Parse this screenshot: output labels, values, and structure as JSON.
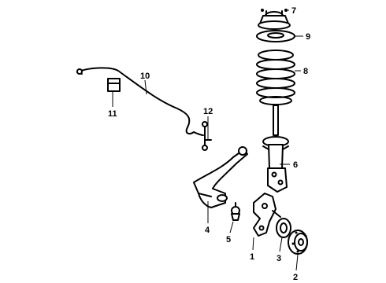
{
  "callouts": [
    {
      "id": "1",
      "text": "1",
      "part": "steering knuckle"
    },
    {
      "id": "2",
      "text": "2",
      "part": "hub and bearing"
    },
    {
      "id": "3",
      "text": "3",
      "part": "bushing"
    },
    {
      "id": "4",
      "text": "4",
      "part": "lower control arm"
    },
    {
      "id": "5",
      "text": "5",
      "part": "ball joint"
    },
    {
      "id": "6",
      "text": "6",
      "part": "strut"
    },
    {
      "id": "7",
      "text": "7",
      "part": "strut mount"
    },
    {
      "id": "8",
      "text": "8",
      "part": "coil spring"
    },
    {
      "id": "9",
      "text": "9",
      "part": "spring seat"
    },
    {
      "id": "10",
      "text": "10",
      "part": "stabilizer bar"
    },
    {
      "id": "11",
      "text": "11",
      "part": "stabilizer bushing"
    },
    {
      "id": "12",
      "text": "12",
      "part": "stabilizer link"
    }
  ],
  "colors": {
    "ink": "#000000",
    "background": "#ffffff"
  }
}
